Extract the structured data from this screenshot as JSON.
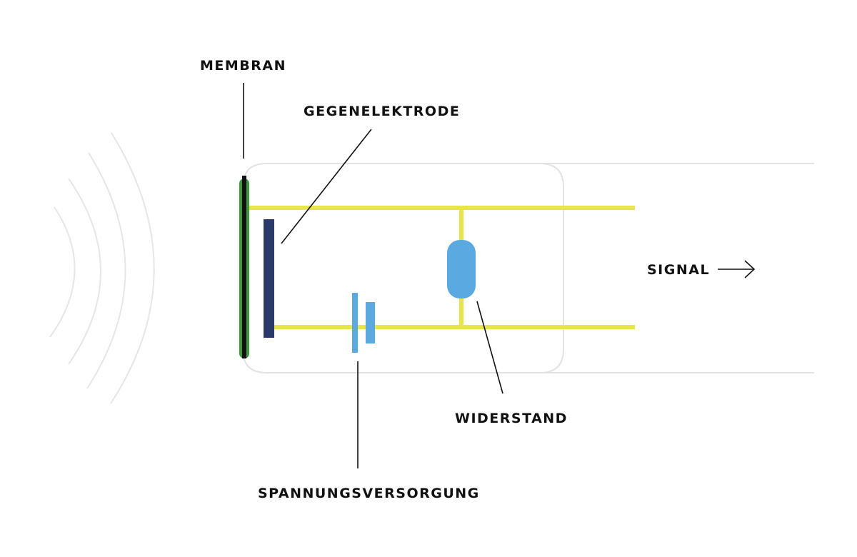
{
  "labels": {
    "membrane": "MEMBRAN",
    "counter_electrode": "GEGENELEKTRODE",
    "signal": "SIGNAL",
    "resistor": "WIDERSTAND",
    "power_supply": "SPANNUNGSVERSORGUNG"
  },
  "colors": {
    "wires": "#e6e64a",
    "membrane_fill": "#3c9a3c",
    "membrane_core": "#111111",
    "counter_electrode": "#2b3a6b",
    "resistor": "#5aa9e0",
    "battery": "#5aa9e0",
    "housing": "#e3e3e3",
    "sound_waves": "#e6e6e6",
    "leader_lines": "#111111"
  },
  "icons": {
    "signal_arrow": "right-arrow-icon",
    "sound_waves": "sound-waves-icon"
  }
}
